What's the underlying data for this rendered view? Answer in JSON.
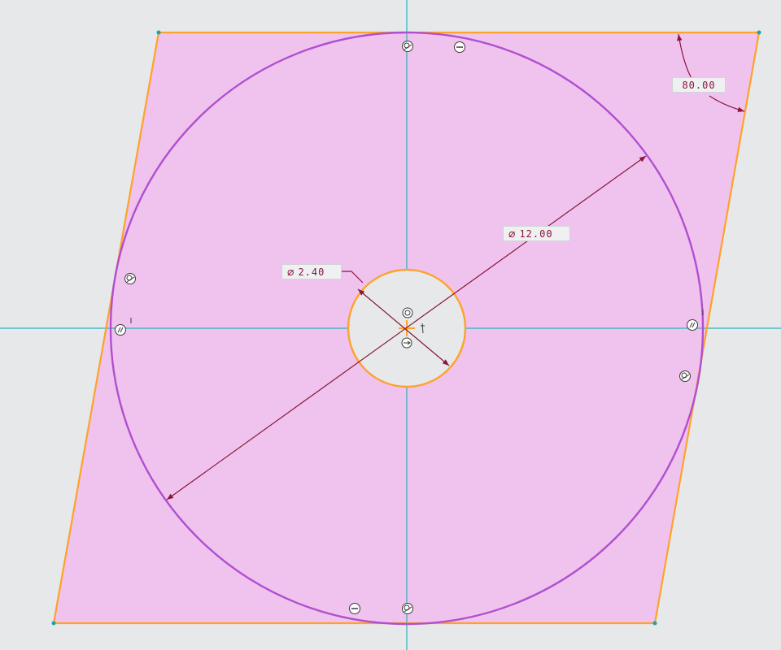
{
  "sketch": {
    "colors": {
      "background": "#e6e8ea",
      "region_fill": "#efc3ee",
      "sketch_entity": "#ffa229",
      "circle_entity": "#b04fd0",
      "centerline": "#27b5bd",
      "dimension": "#8a1538",
      "vertex": "#1aa3a8"
    },
    "dimensions": [
      {
        "id": "angle",
        "symbol": "",
        "value": "80.00"
      },
      {
        "id": "outer-diameter",
        "symbol": "⌀",
        "value": "12.00"
      },
      {
        "id": "inner-diameter",
        "symbol": "⌀",
        "value": "2.40"
      }
    ],
    "constraint_icons": [
      "tangent-icon",
      "horizontal-icon",
      "parallel-icon",
      "coincident-icon",
      "symmetric-icon",
      "vertical-icon"
    ]
  }
}
